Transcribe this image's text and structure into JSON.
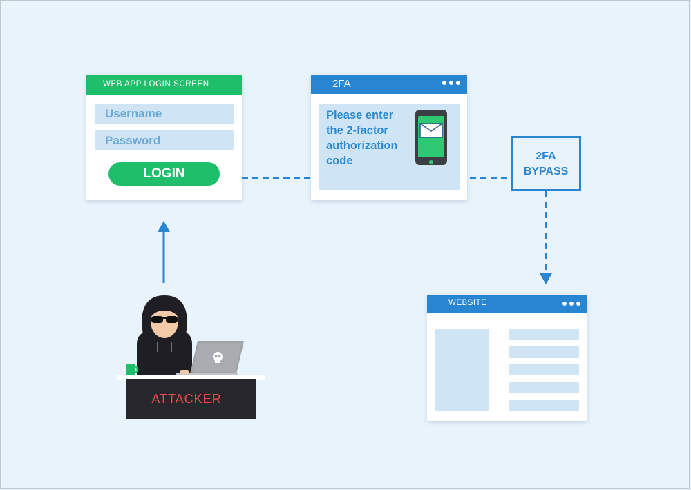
{
  "login_card": {
    "title": "WEB APP LOGIN SCREEN",
    "username_placeholder": "Username",
    "password_placeholder": "Password",
    "button_label": "LOGIN"
  },
  "twofa_card": {
    "title": "2FA",
    "prompt": "Please enter the 2-factor authorization code",
    "prompt_lines": [
      "Please enter",
      "the 2-factor",
      "authorization",
      "code"
    ]
  },
  "bypass_box": {
    "lines": [
      "2FA",
      "BYPASS"
    ]
  },
  "website_card": {
    "title": "WEBSITE"
  },
  "attacker": {
    "label": "ATTACKER"
  },
  "colors": {
    "background": "#e9f3fb",
    "green": "#1fbe6a",
    "blue": "#2785d2",
    "panel": "#cfe4f5",
    "alert_red": "#ef4a4a"
  },
  "icons": [
    "envelope-icon",
    "phone-icon",
    "more-dots-icon",
    "skull-icon",
    "arrow-up-icon",
    "arrow-down-icon"
  ]
}
